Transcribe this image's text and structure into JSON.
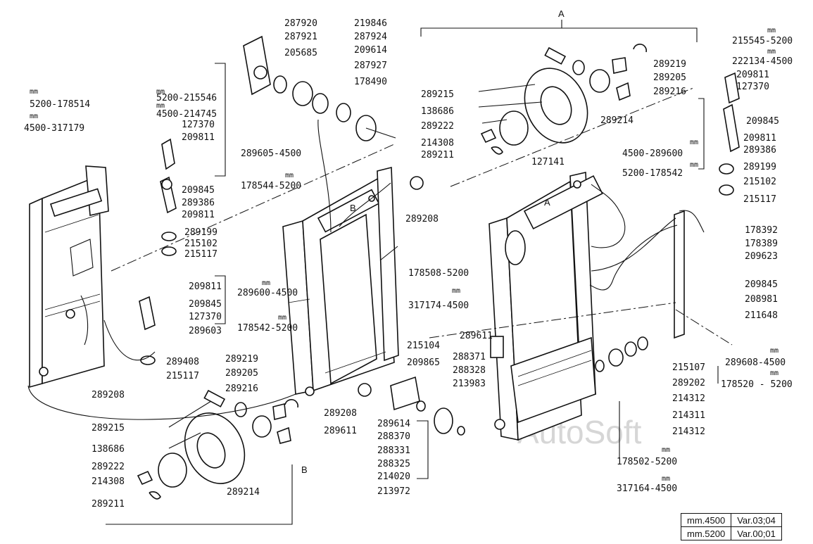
{
  "callouts": [
    {
      "id": "c1",
      "text": "287920"
    },
    {
      "id": "c2",
      "text": "287921"
    },
    {
      "id": "c3",
      "text": "205685"
    },
    {
      "id": "c4",
      "text": "219846"
    },
    {
      "id": "c5",
      "text": "287924"
    },
    {
      "id": "c6",
      "text": "209614"
    },
    {
      "id": "c7",
      "text": "287927"
    },
    {
      "id": "c8",
      "text": "178490"
    },
    {
      "id": "c9",
      "text": "289215"
    },
    {
      "id": "c10",
      "text": "138686"
    },
    {
      "id": "c11",
      "text": "289222"
    },
    {
      "id": "c12",
      "text": "214308"
    },
    {
      "id": "c13",
      "text": "289211"
    },
    {
      "id": "c14",
      "text": "289219"
    },
    {
      "id": "c15",
      "text": "289205"
    },
    {
      "id": "c16",
      "text": "289216"
    },
    {
      "id": "c17",
      "text": "289214"
    },
    {
      "id": "c18",
      "text": "127141"
    },
    {
      "id": "c19",
      "text": "289208"
    },
    {
      "id": "c20",
      "text": "5200-215546"
    },
    {
      "id": "c21",
      "text": "4500-214745"
    },
    {
      "id": "c22",
      "text": "127370"
    },
    {
      "id": "c23",
      "text": "209811"
    },
    {
      "id": "c24",
      "text": "289605-4500"
    },
    {
      "id": "c25",
      "text": "178544-5200"
    },
    {
      "id": "c26",
      "text": "209845"
    },
    {
      "id": "c27",
      "text": "289386"
    },
    {
      "id": "c28",
      "text": "209811"
    },
    {
      "id": "c29",
      "text": "289199"
    },
    {
      "id": "c30",
      "text": "215102"
    },
    {
      "id": "c31",
      "text": "215117"
    },
    {
      "id": "c32",
      "text": "5200-178514"
    },
    {
      "id": "c33",
      "text": "4500-317179"
    },
    {
      "id": "c34",
      "text": "209811"
    },
    {
      "id": "c35",
      "text": "289600-4500"
    },
    {
      "id": "c36",
      "text": "209845"
    },
    {
      "id": "c37",
      "text": "127370"
    },
    {
      "id": "c38",
      "text": "178542-5200"
    },
    {
      "id": "c39",
      "text": "289603"
    },
    {
      "id": "c40",
      "text": "289408"
    },
    {
      "id": "c41",
      "text": "215117"
    },
    {
      "id": "c42",
      "text": "289208"
    },
    {
      "id": "c43",
      "text": "178508-5200"
    },
    {
      "id": "c44",
      "text": "317174-4500"
    },
    {
      "id": "c45",
      "text": "289219"
    },
    {
      "id": "c46",
      "text": "289205"
    },
    {
      "id": "c47",
      "text": "289216"
    },
    {
      "id": "c48",
      "text": "289215"
    },
    {
      "id": "c49",
      "text": "138686"
    },
    {
      "id": "c50",
      "text": "289222"
    },
    {
      "id": "c51",
      "text": "214308"
    },
    {
      "id": "c52",
      "text": "289211"
    },
    {
      "id": "c53",
      "text": "289214"
    },
    {
      "id": "c54",
      "text": "289208"
    },
    {
      "id": "c55",
      "text": "289611"
    },
    {
      "id": "c56",
      "text": "215104"
    },
    {
      "id": "c57",
      "text": "209865"
    },
    {
      "id": "c58",
      "text": "289611"
    },
    {
      "id": "c59",
      "text": "288371"
    },
    {
      "id": "c60",
      "text": "288328"
    },
    {
      "id": "c61",
      "text": "213983"
    },
    {
      "id": "c62",
      "text": "289614"
    },
    {
      "id": "c63",
      "text": "288370"
    },
    {
      "id": "c64",
      "text": "288331"
    },
    {
      "id": "c65",
      "text": "288325"
    },
    {
      "id": "c66",
      "text": "214020"
    },
    {
      "id": "c67",
      "text": "213972"
    },
    {
      "id": "c68",
      "text": "215545-5200"
    },
    {
      "id": "c69",
      "text": "222134-4500"
    },
    {
      "id": "c70",
      "text": "209811"
    },
    {
      "id": "c71",
      "text": "127370"
    },
    {
      "id": "c72",
      "text": "209845"
    },
    {
      "id": "c73",
      "text": "209811"
    },
    {
      "id": "c74",
      "text": "289386"
    },
    {
      "id": "c75",
      "text": "4500-289600"
    },
    {
      "id": "c76",
      "text": "5200-178542"
    },
    {
      "id": "c77",
      "text": "289199"
    },
    {
      "id": "c78",
      "text": "215102"
    },
    {
      "id": "c79",
      "text": "215117"
    },
    {
      "id": "c80",
      "text": "178392"
    },
    {
      "id": "c81",
      "text": "178389"
    },
    {
      "id": "c82",
      "text": "209623"
    },
    {
      "id": "c83",
      "text": "209845"
    },
    {
      "id": "c84",
      "text": "208981"
    },
    {
      "id": "c85",
      "text": "211648"
    },
    {
      "id": "c86",
      "text": "215107"
    },
    {
      "id": "c87",
      "text": "289202"
    },
    {
      "id": "c88",
      "text": "214312"
    },
    {
      "id": "c89",
      "text": "214311"
    },
    {
      "id": "c90",
      "text": "214312"
    },
    {
      "id": "c91",
      "text": "289608-4500"
    },
    {
      "id": "c92",
      "text": "178520 - 5200"
    },
    {
      "id": "c93",
      "text": "178502-5200"
    },
    {
      "id": "c94",
      "text": "317164-4500"
    }
  ],
  "unit_marks": {
    "mm": "mm"
  },
  "section_marks": {
    "A": "A",
    "B": "B"
  },
  "watermark": "AutoSoft",
  "version_table": [
    {
      "model": "mm.4500",
      "version": "Var.03;04"
    },
    {
      "model": "mm.5200",
      "version": "Var.00;01"
    }
  ]
}
